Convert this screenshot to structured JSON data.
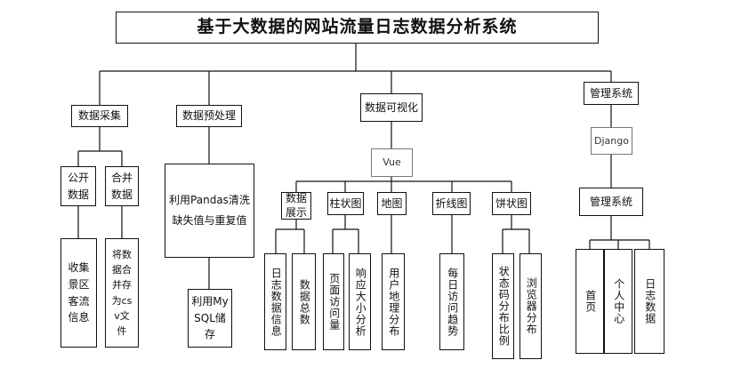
{
  "title": "基于大数据的网站流量日志数据分析系统",
  "modules": {
    "collect": {
      "label": "数据采集",
      "public": "公开数据",
      "merge": "合并数据",
      "collect_info": "收集景区客流信息",
      "merge_csv": "将数据合并存为csv文件"
    },
    "preprocess": {
      "label": "数据预处理",
      "clean": "利用Pandas清洗缺失值与重复值",
      "store": "利用MySQL储存"
    },
    "visual": {
      "label": "数据可视化",
      "vue": "Vue",
      "show": "数据展示",
      "bar": "柱状图",
      "map": "地图",
      "line": "折线图",
      "pie": "饼状图",
      "log_info": "日志数据信息",
      "total": "数据总数",
      "page_visit": "页面访问量",
      "resp_size": "响应大小分析",
      "user_geo": "用户地理分布",
      "daily_trend": "每日访问趋势",
      "status_code": "状态码分布比例",
      "browser": "浏览器分布"
    },
    "admin": {
      "label": "管理系统",
      "django": "Django",
      "system": "管理系统",
      "home": "首页",
      "personal": "个人中心",
      "log_data": "日志数据"
    }
  }
}
